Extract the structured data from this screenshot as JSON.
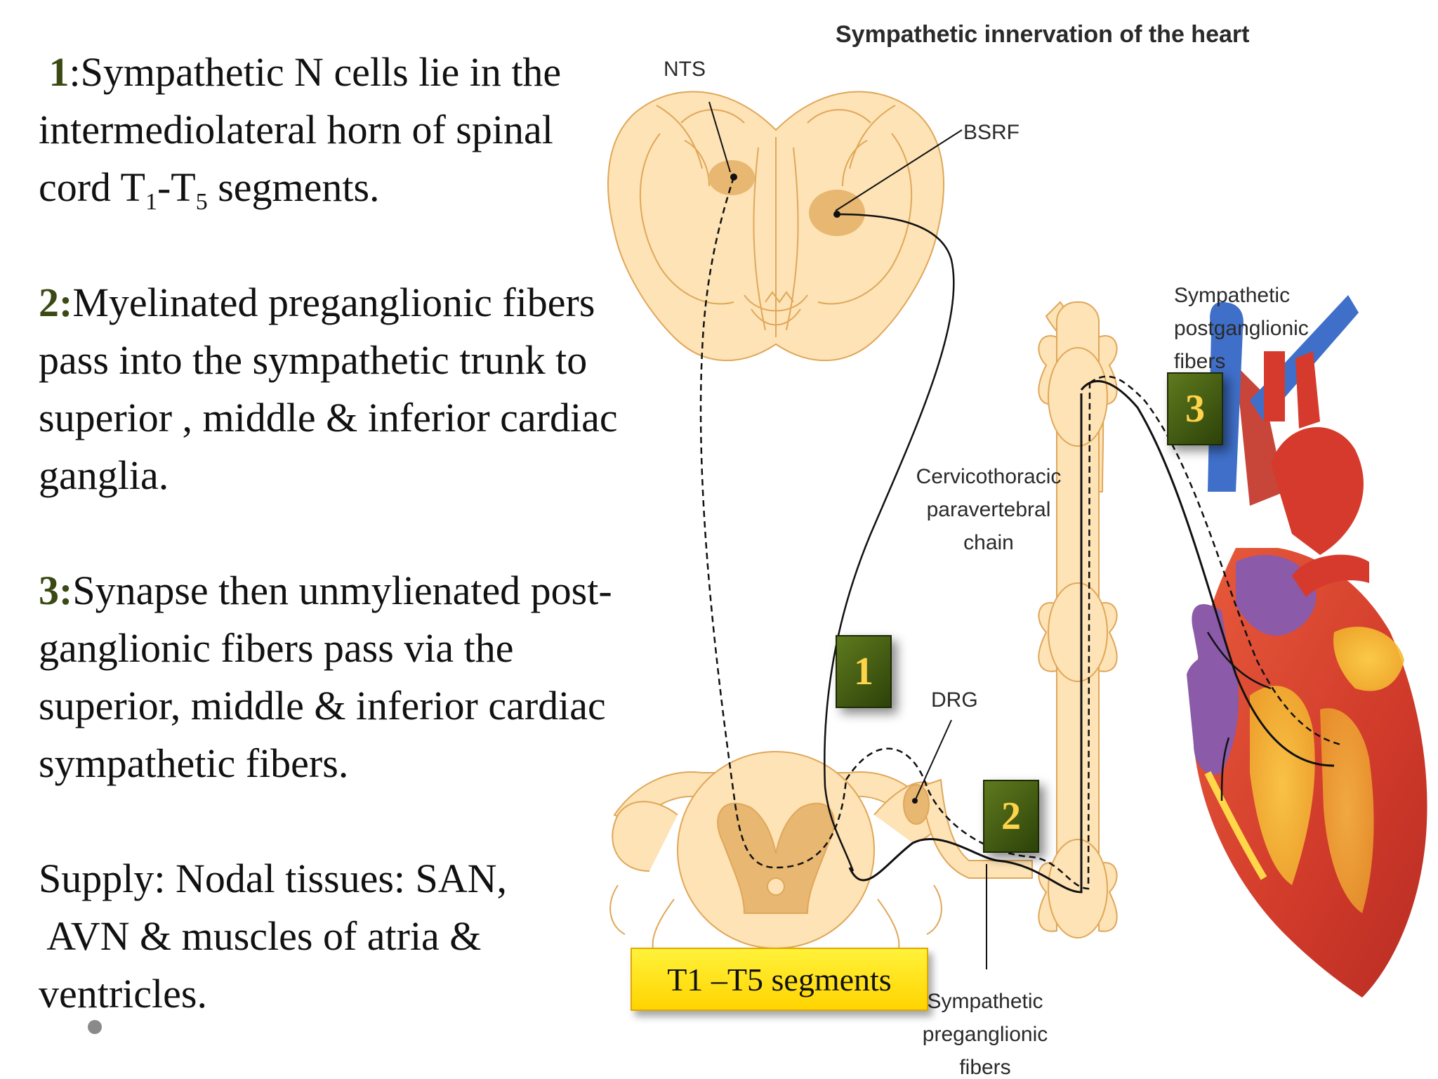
{
  "diagram": {
    "title": "Sympathetic innervation of the heart",
    "labels": {
      "nts": "NTS",
      "bsrf": "BSRF",
      "chain": [
        "Cervicothoracic",
        "paravertebral",
        "chain"
      ],
      "drg": "DRG",
      "postganglionic": [
        "Sympathetic",
        "postganglionic",
        "fibers"
      ],
      "preganglionic": [
        "Sympathetic",
        "preganglionic",
        "fibers"
      ]
    },
    "markers": {
      "m1": "1",
      "m2": "2",
      "m3": "3"
    },
    "segments_label": "T1 –T5 segments"
  },
  "text": {
    "p1": {
      "num": "1",
      "line1": ":Sympathetic N cells lie in the",
      "line2": "intermediolateral horn of spinal",
      "cord": "cord T",
      "sub1": "1",
      "dash": "-T",
      "sub5": "5",
      "end": " segments."
    },
    "p2": {
      "num": "2:",
      "line1": "Myelinated preganglionic fibers",
      "line2": "pass into the sympathetic trunk to",
      "line3": "superior , middle & inferior cardiac",
      "line4": "ganglia."
    },
    "p3": {
      "num": "3:",
      "line1": "Synapse then unmylienated post-",
      "line2": "ganglionic fibers pass via the",
      "line3": "superior, middle & inferior cardiac",
      "line4": "sympathetic fibers."
    },
    "supply": {
      "line1": "Supply: Nodal tissues: SAN,",
      "line2": " AVN & muscles of atria &",
      "line3": "ventricles."
    }
  },
  "colors": {
    "tissue": "#fde3b5",
    "tissue_outline": "#e0a75a",
    "nucleus": "#e8b771",
    "marker_bg": "#3d5511",
    "marker_text": "#ffd34a",
    "segment_label_bg": "#ffe81a",
    "artery": "#d63a2c",
    "vein": "#3f6fc9",
    "heart": "#d9442e"
  }
}
